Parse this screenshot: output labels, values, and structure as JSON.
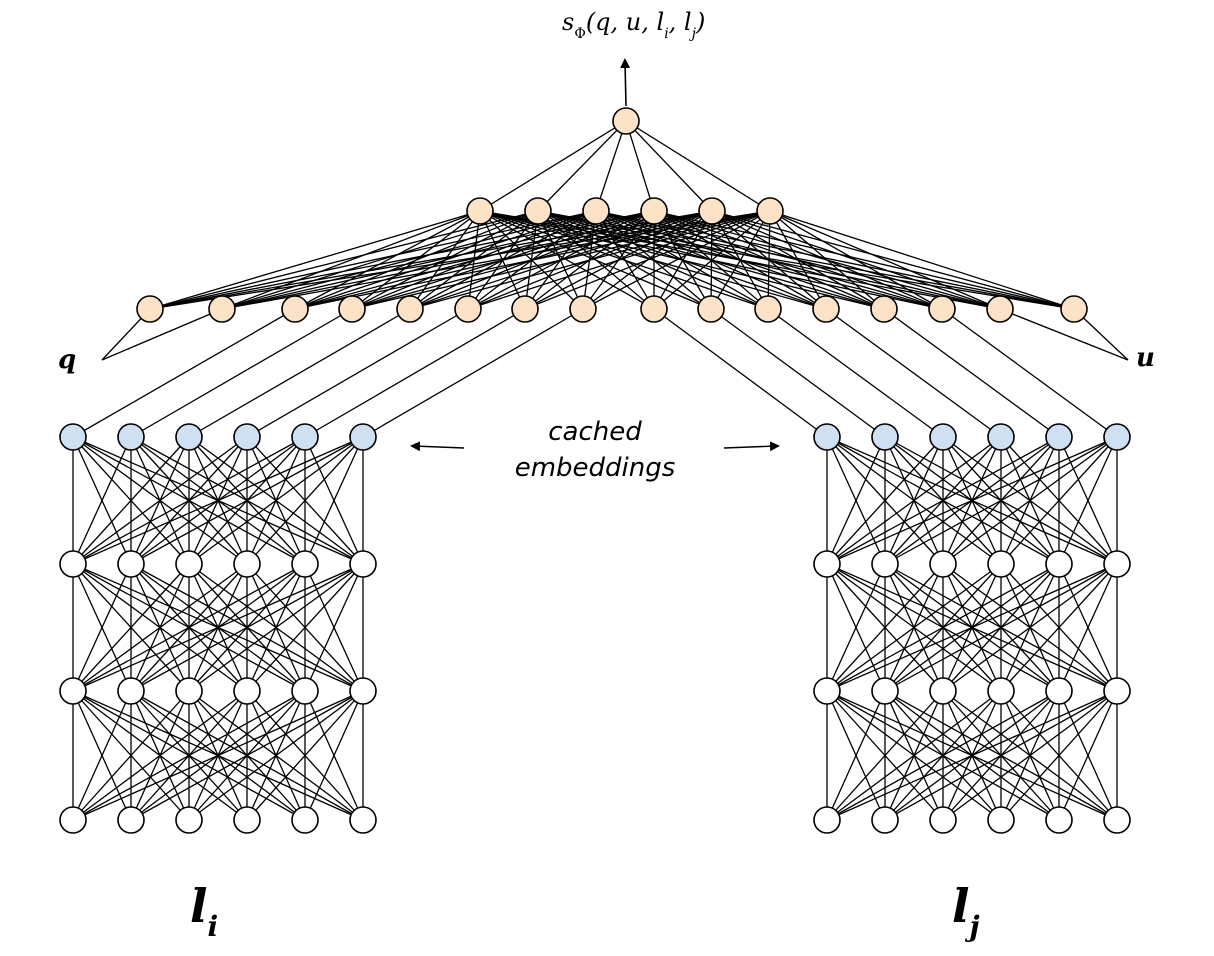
{
  "colors": {
    "top_node_fill": "#fce3c8",
    "cached_node_fill": "#cfe0f2",
    "plain_node_fill": "#ffffff",
    "stroke": "#000000"
  },
  "output": {
    "label": "s",
    "label_sub": "Φ",
    "args_open": "(q, u, l",
    "args_i_sub": "i",
    "args_mid": ", l",
    "args_j_sub": "j",
    "args_close": ")"
  },
  "inputs": {
    "query_label": "q",
    "user_label": "u"
  },
  "caption": {
    "line1": "cached",
    "line2": "embeddings"
  },
  "towers": {
    "left": {
      "label": "l",
      "sub": "i"
    },
    "right": {
      "label": "l",
      "sub": "j"
    }
  },
  "network": {
    "nodes_per_tower_layer": 6,
    "tower_layers": 4,
    "input_layer_nodes": 16,
    "hidden_layer_nodes": 6,
    "output_nodes": 1
  }
}
